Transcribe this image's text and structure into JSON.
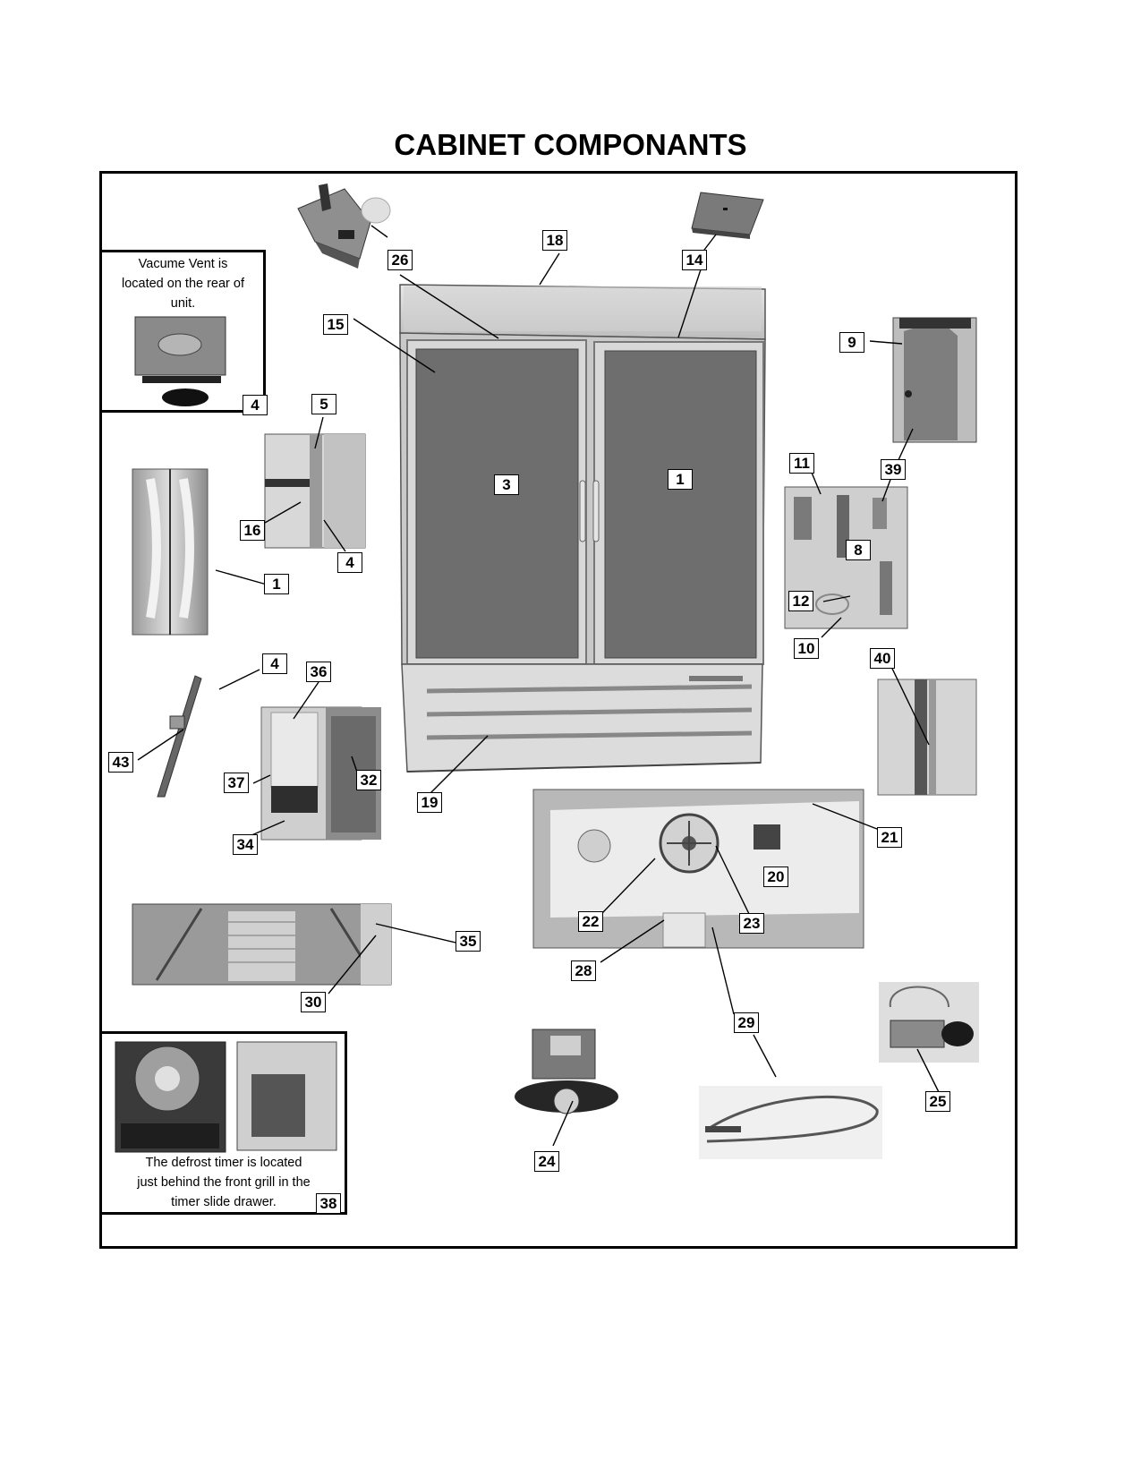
{
  "page": {
    "title": "CABINET COMPONANTS"
  },
  "notes": {
    "vent": "Vacume Vent is located on the rear of unit.",
    "timer": "The defrost timer is located just behind the front grill in the timer slide drawer."
  },
  "labels": {
    "l26": "26",
    "l18": "18",
    "l14": "14",
    "l15": "15",
    "l4a": "4",
    "l9": "9",
    "l5": "5",
    "l3": "3",
    "l1a": "1",
    "l11": "11",
    "l39": "39",
    "l16": "16",
    "l4b": "4",
    "l8": "8",
    "l1b": "1",
    "l12": "12",
    "l10": "10",
    "l40": "40",
    "l4c": "4",
    "l36": "36",
    "l43": "43",
    "l37": "37",
    "l32": "32",
    "l19": "19",
    "l34": "34",
    "l21": "21",
    "l20": "20",
    "l22": "22",
    "l23": "23",
    "l35": "35",
    "l28": "28",
    "l30": "30",
    "l29": "29",
    "l25": "25",
    "l38": "38",
    "l24": "24"
  }
}
